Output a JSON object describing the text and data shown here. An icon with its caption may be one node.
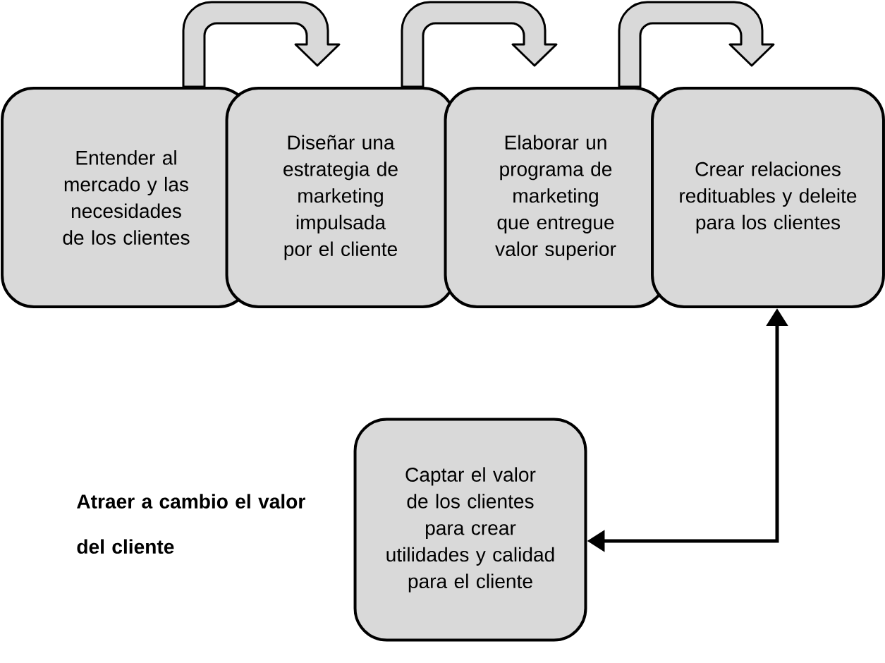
{
  "diagram": {
    "nodes": [
      {
        "text": [
          "Entender al mercado y las necesidades de los clientes"
        ]
      },
      {
        "text": [
          "Diseñar una estrategia de marketing impulsada por el cliente"
        ]
      },
      {
        "text": [
          "Elaborar un programa de marketing que entregue valor superior"
        ]
      },
      {
        "text": [
          "Crear relaciones redituables y deleite para los clientes"
        ]
      },
      {
        "text": [
          "Captar el valor de los clientes para crear utilidades y calidad para el cliente"
        ]
      }
    ],
    "edges": [
      {
        "from": 0,
        "to": 1,
        "arrow": "to"
      },
      {
        "from": 1,
        "to": 2,
        "arrow": "to"
      },
      {
        "from": 2,
        "to": 3,
        "arrow": "to"
      },
      {
        "from": 4,
        "to": 3,
        "arrow": "both"
      }
    ],
    "labels": [
      "Atraer a cambio el valor del cliente"
    ]
  }
}
